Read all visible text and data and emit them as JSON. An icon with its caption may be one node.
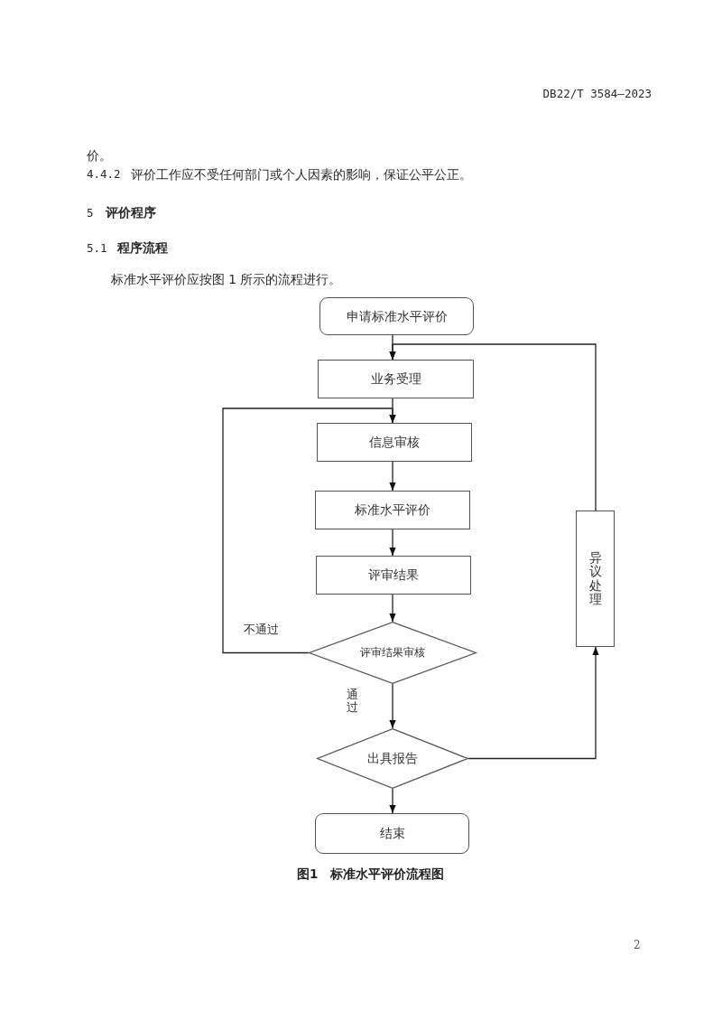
{
  "diagram": {
    "caption": "图1　标准水平评价流程图",
    "nodes": [
      {
        "text": [
          "申请标准水平评价"
        ]
      },
      {
        "text": [
          "业务受理"
        ]
      },
      {
        "text": [
          "信息审核"
        ]
      },
      {
        "text": [
          "标准水平评价"
        ]
      },
      {
        "text": [
          "评审结果"
        ]
      },
      {
        "text": [
          "评审结果审核"
        ]
      },
      {
        "text": [
          "出具报告"
        ]
      },
      {
        "text": [
          "结束"
        ]
      },
      {
        "text": [
          "异议处理"
        ]
      }
    ],
    "edges": [
      {
        "from": 0,
        "to": 1,
        "arrow": "to"
      },
      {
        "from": 1,
        "to": 2,
        "arrow": "to"
      },
      {
        "from": 2,
        "to": 3,
        "arrow": "to"
      },
      {
        "from": 3,
        "to": 4,
        "arrow": "to"
      },
      {
        "from": 4,
        "to": 5,
        "arrow": "to"
      },
      {
        "from": 5,
        "to": 2,
        "arrow": "to",
        "label": "不通过"
      },
      {
        "from": 5,
        "to": 6,
        "arrow": "to",
        "label": "通过"
      },
      {
        "from": 6,
        "to": 7,
        "arrow": "to"
      },
      {
        "from": 6,
        "to": 8,
        "arrow": "to"
      },
      {
        "from": 8,
        "to": 1,
        "arrow": "to"
      }
    ],
    "labels": [
      "DB22/T 3584—2023",
      "价。",
      "4.4.2",
      "评价工作应不受任何部门或个人因素的影响，保证公平公正。",
      "5",
      "评价程序",
      "5.1",
      "程序流程",
      "标准水平评价应按图 1 所示的流程进行。",
      "2"
    ]
  }
}
